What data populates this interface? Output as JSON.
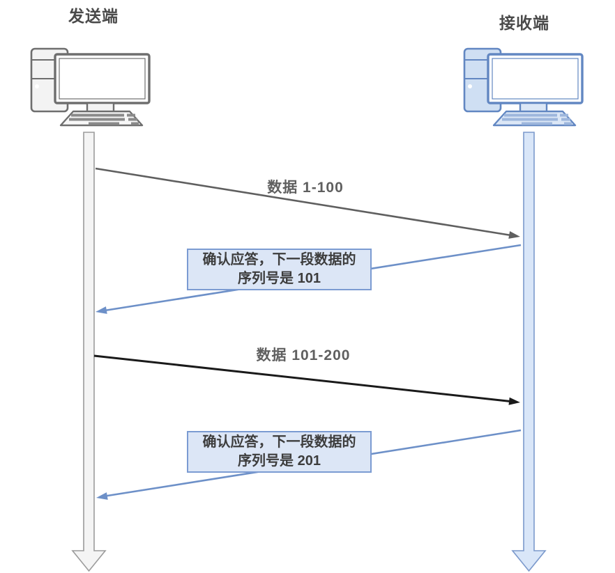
{
  "diagram": {
    "title": "stop-and-wait data transfer sequence",
    "sender": {
      "label": "发送端",
      "icon": "desktop-computer-icon"
    },
    "receiver": {
      "label": "接收端",
      "icon": "desktop-computer-icon"
    },
    "messages": [
      {
        "label": "数据 1-100",
        "direction": "sender-to-receiver",
        "style": "gray-line"
      },
      {
        "lines": [
          "确认应答，下一段数据的",
          "序列号是 101"
        ],
        "direction": "receiver-to-sender",
        "style": "blue-line-boxed"
      },
      {
        "label": "数据 101-200",
        "direction": "sender-to-receiver",
        "style": "black-line"
      },
      {
        "lines": [
          "确认应答，下一段数据的",
          "序列号是 201"
        ],
        "direction": "receiver-to-sender",
        "style": "blue-line-boxed"
      }
    ],
    "colors": {
      "data_arrow_1": "#5f5f5f",
      "data_arrow_2": "#1a1a1a",
      "data_label": "#5f5f5f",
      "ack_arrow": "#6d90c8",
      "ack_box_bg": "#dce6f6",
      "ack_box_border": "#7b9bd2",
      "label_text": "#4a4a4a",
      "sender_icon": "#6e6e6e",
      "receiver_icon": "#6287c2",
      "sender_lifeline_fill": "#f4f4f4",
      "receiver_lifeline_fill": "#d9e6f8"
    }
  }
}
